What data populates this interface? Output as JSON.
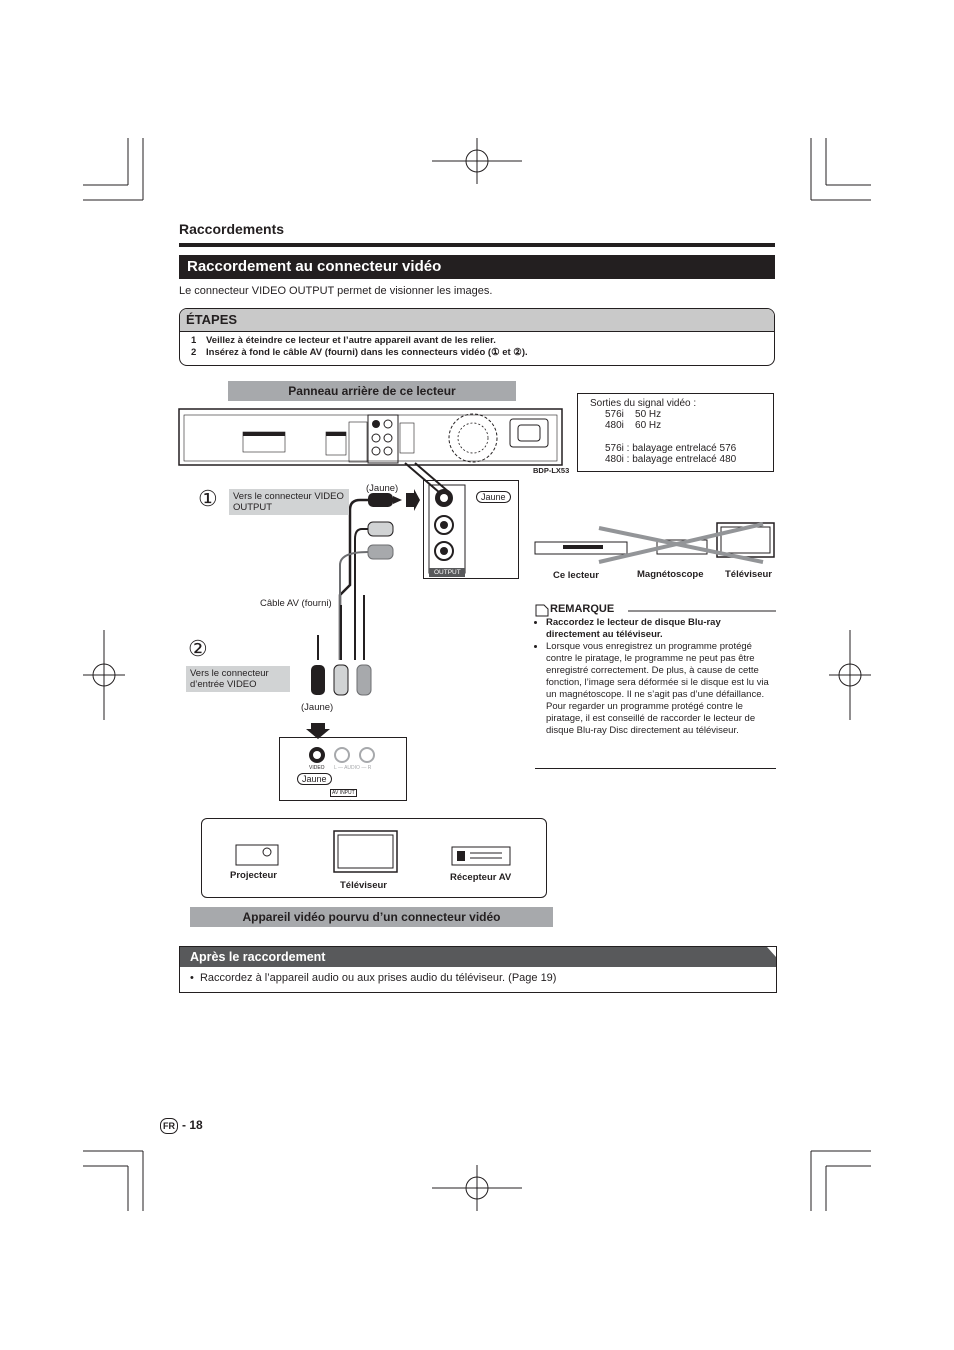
{
  "header": {
    "section": "Raccordements",
    "title": "Raccordement au connecteur vidéo",
    "intro": "Le connecteur VIDEO OUTPUT permet de visionner les images."
  },
  "steps": {
    "heading": "ÉTAPES",
    "items": [
      {
        "n": "1",
        "text": "Veillez à éteindre ce lecteur et l’autre appareil avant de les relier."
      },
      {
        "n": "2",
        "text": "Insérez à fond le câble AV (fourni) dans les connecteurs vidéo (① et ②)."
      }
    ]
  },
  "diagram": {
    "rear_panel_label": "Panneau arrière de ce lecteur",
    "model": "BDP-LX53",
    "circle1": "①",
    "circle2": "②",
    "to_video_output": "Vers le connecteur VIDEO OUTPUT",
    "to_video_input": "Vers le connecteur d’entrée VIDEO",
    "jaune_paren_top": "(Jaune)",
    "jaune_paren_bottom": "(Jaune)",
    "jaune": "Jaune",
    "cable": "Câble AV (fourni)",
    "output_label": "OUTPUT",
    "av_input_label": "AV INPUT",
    "video_small": "VIDEO",
    "audio_small": "L — AUDIO — R",
    "devices": {
      "projector": "Projecteur",
      "tv": "Téléviseur",
      "receiver": "Récepteur AV"
    },
    "video_device_label": "Appareil vidéo pourvu d’un connecteur vidéo"
  },
  "signal": {
    "title": "Sorties du signal vidéo :",
    "rows": [
      "576i    50 Hz",
      "480i    60 Hz",
      "576i : balayage entrelacé 576",
      "480i : balayage entrelacé 480"
    ]
  },
  "connection_example": {
    "player": "Ce lecteur",
    "vcr": "Magnétoscope",
    "tv": "Téléviseur"
  },
  "note": {
    "heading": "REMARQUE",
    "items": [
      "Raccordez le lecteur de disque Blu-ray directement au téléviseur.",
      "Lorsque vous enregistrez un programme protégé contre le piratage, le programme ne peut pas être enregistré correctement. De plus, à cause de cette fonction, l’image sera déformée si le disque est lu via un magnétoscope. Il ne s’agit pas d’une défaillance. Pour regarder un programme protégé contre le piratage, il est conseillé de raccorder le lecteur de disque Blu-ray Disc directement au téléviseur."
    ]
  },
  "after": {
    "heading": "Après le raccordement",
    "item": "Raccordez à l’appareil audio ou aux prises audio du téléviseur. (Page 19)"
  },
  "footer": {
    "lang": "FR",
    "page": "- 18"
  }
}
